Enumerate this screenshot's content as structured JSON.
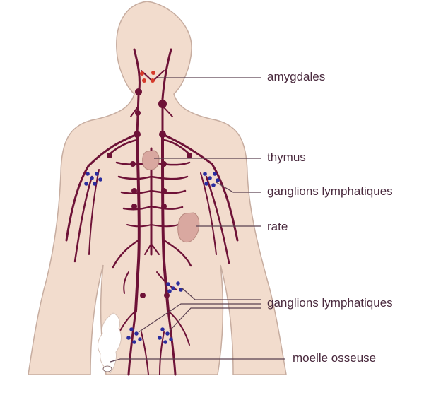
{
  "labels": {
    "tonsils": "amygdales",
    "thymus": "thymus",
    "lymph_nodes_arm": "ganglions lymphatiques",
    "spleen": "rate",
    "lymph_nodes_groin": "ganglions lymphatiques",
    "bone_marrow": "moelle osseuse"
  },
  "colors": {
    "skin": "#f2dccd",
    "outline": "#c7ada0",
    "vessel": "#6e1237",
    "node_blue": "#2b2d9e",
    "tonsil_red": "#d63a2a",
    "organ": "#d9a8a0",
    "leader": "#5a4050",
    "marrow": "#ffffff"
  }
}
